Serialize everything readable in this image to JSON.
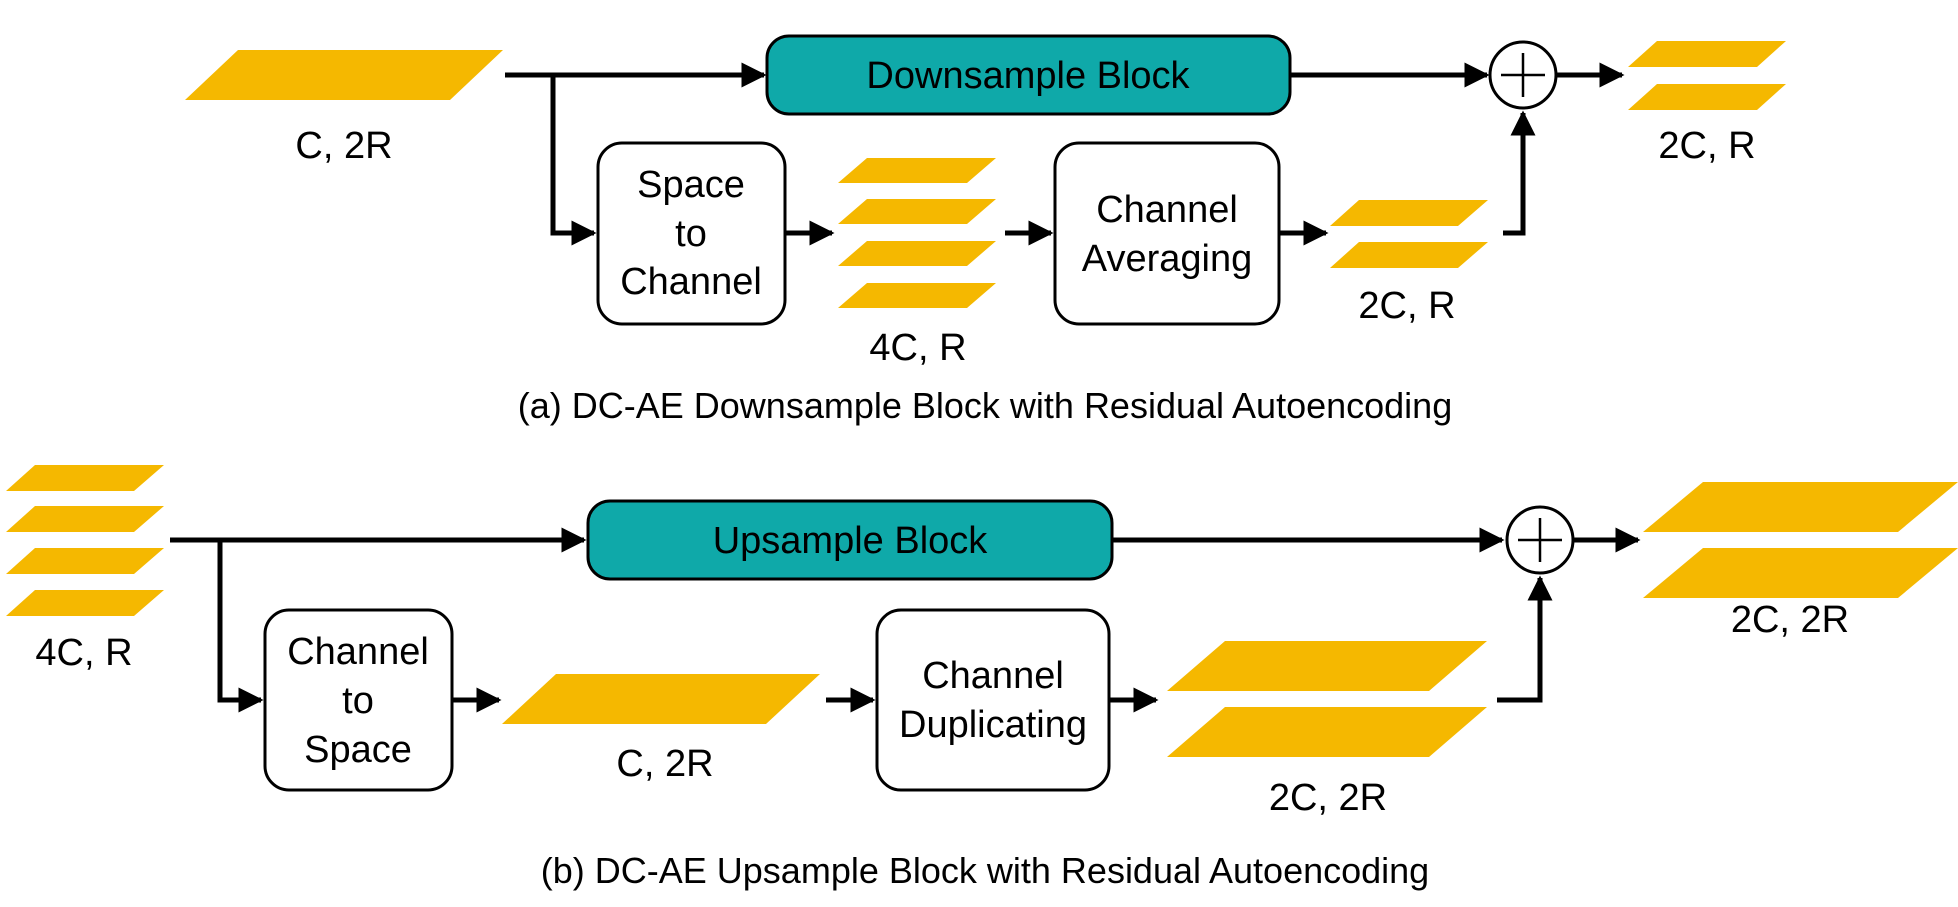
{
  "colors": {
    "tensor": "#F5B800",
    "block": "#0FA9A9",
    "line": "#000000"
  },
  "panel_a": {
    "caption": "(a) DC-AE Downsample Block with Residual Autoencoding",
    "input_label": "C, 2R",
    "main_block": "Downsample Block",
    "op1": [
      "Space",
      "to",
      "Channel"
    ],
    "mid1_label": "4C, R",
    "op2": [
      "Channel",
      "Averaging"
    ],
    "mid2_label": "2C, R",
    "output_label": "2C, R",
    "add_icon": "plus-circle-icon"
  },
  "panel_b": {
    "caption": "(b) DC-AE Upsample Block with Residual Autoencoding",
    "input_label": "4C, R",
    "main_block": "Upsample Block",
    "op1": [
      "Channel",
      "to",
      "Space"
    ],
    "mid1_label": "C, 2R",
    "op2": [
      "Channel",
      "Duplicating"
    ],
    "mid2_label": "2C, 2R",
    "output_label": "2C, 2R",
    "add_icon": "plus-circle-icon"
  }
}
